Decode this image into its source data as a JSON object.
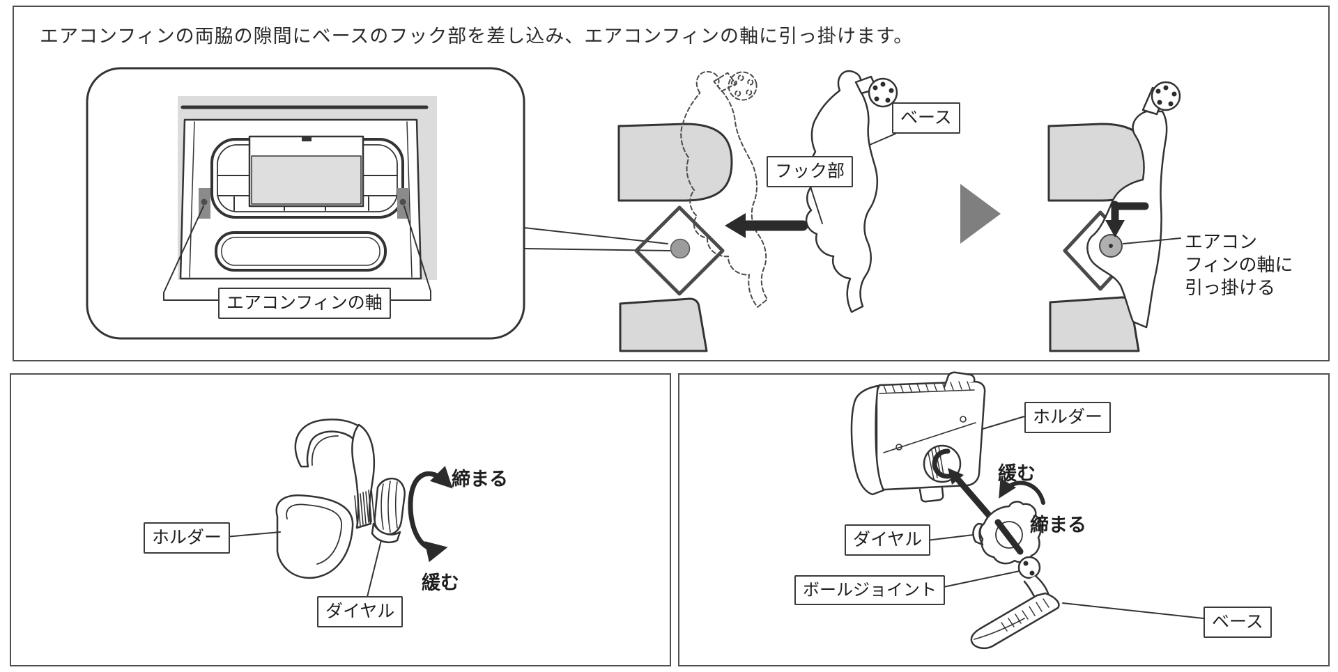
{
  "instruction": "エアコンフィンの両脇の隙間にベースのフック部を差し込み、エアコンフィンの軸に引っ掛けます。",
  "top_panel": {
    "fin_axis_label": "エアコンフィンの軸",
    "base_label": "ベース",
    "hook_label": "フック部",
    "hook_note": {
      "line1": "エアコン",
      "line2": "フィンの軸に",
      "line3": "引っ掛ける"
    }
  },
  "bottom_left_panel": {
    "holder_label": "ホルダー",
    "dial_label": "ダイヤル",
    "tighten_label": "締まる",
    "loosen_label": "緩む"
  },
  "bottom_right_panel": {
    "holder_label": "ホルダー",
    "dial_label": "ダイヤル",
    "ball_joint_label": "ボールジョイント",
    "base_label": "ベース",
    "tighten_label": "締まる",
    "loosen_label": "緩む"
  },
  "colors": {
    "line": "#333333",
    "panel_border": "#4f4f4f",
    "gray_fill": "#d9d9d9",
    "axis_dot": "#9c9c9c",
    "arrow_black": "#2b2b2b",
    "step_triangle": "#7f7f7f"
  }
}
